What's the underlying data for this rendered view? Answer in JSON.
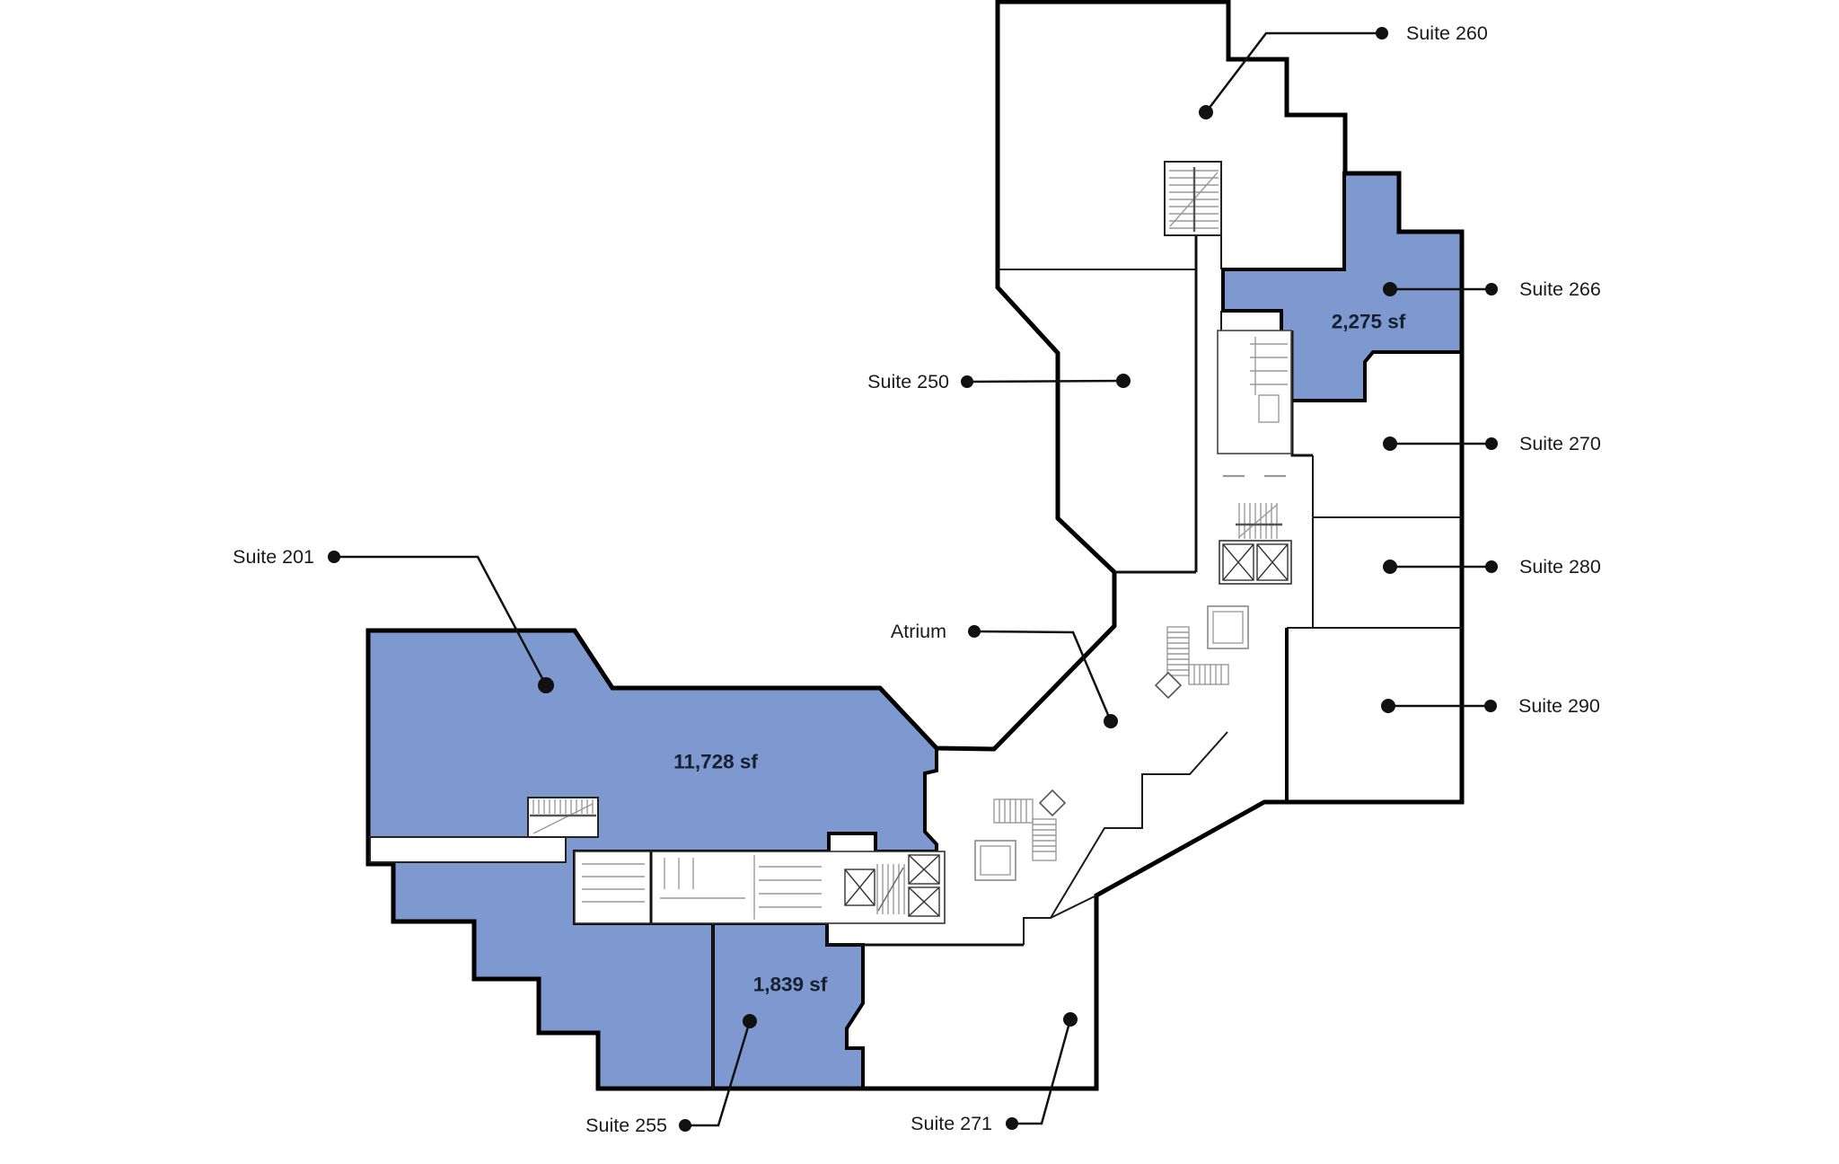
{
  "colors": {
    "highlight": "#7E99D0",
    "wall": "#000000",
    "leader": "#111111",
    "fixture": "#999999",
    "label_text": "#1A1A1A",
    "area_text": "#16202E"
  },
  "suites": {
    "s201": {
      "label": "Suite 201",
      "area": "11,728 sf"
    },
    "s250": {
      "label": "Suite 250"
    },
    "s255": {
      "label": "Suite 255",
      "area": "1,839 sf"
    },
    "s260": {
      "label": "Suite 260"
    },
    "s266": {
      "label": "Suite 266",
      "area": "2,275 sf"
    },
    "s270": {
      "label": "Suite 270"
    },
    "s271": {
      "label": "Suite 271"
    },
    "s280": {
      "label": "Suite 280"
    },
    "s290": {
      "label": "Suite 290"
    },
    "atrium": {
      "label": "Atrium"
    }
  }
}
